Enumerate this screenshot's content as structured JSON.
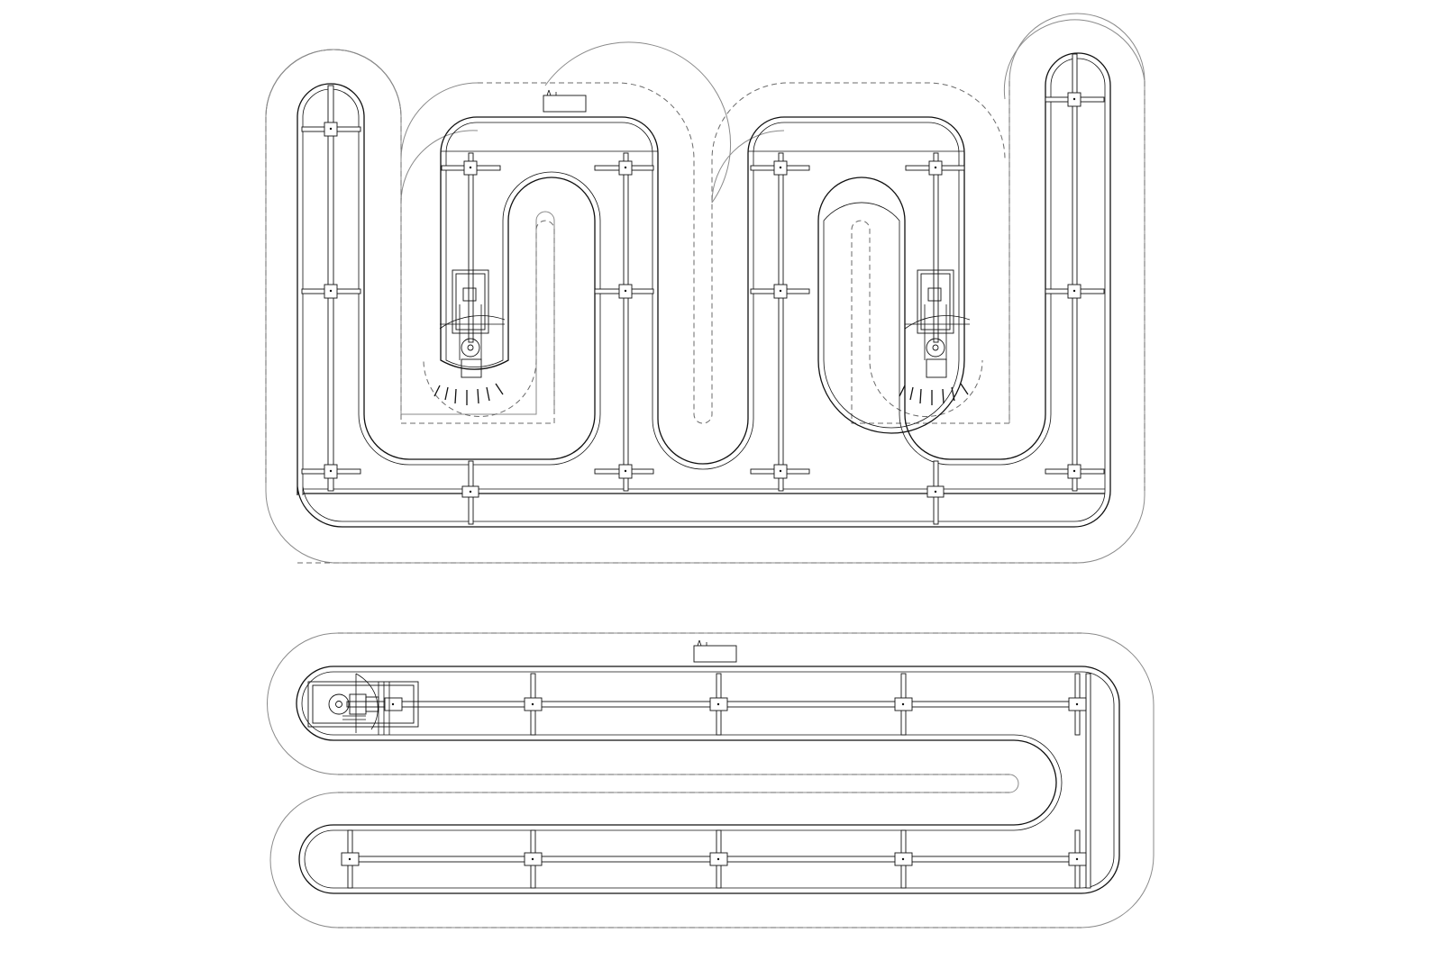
{
  "drawing": {
    "description_visible_text": "",
    "views": [
      {
        "id": "top-view-serpentine-conveyor",
        "drive_units": 2
      },
      {
        "id": "bottom-view-oval-conveyor",
        "drive_units": 1
      }
    ]
  },
  "colors": {
    "line": "#111111",
    "boundary": "#8a8a8a",
    "dashed": "#6a6a6a",
    "background": "#ffffff"
  }
}
